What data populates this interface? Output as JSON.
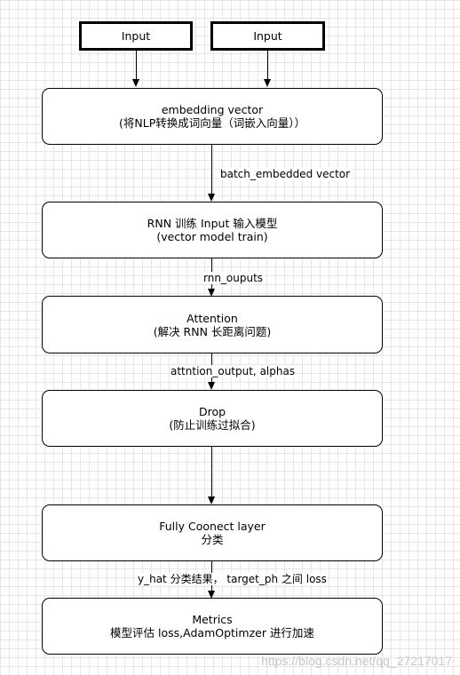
{
  "inputs": [
    "Input",
    "Input"
  ],
  "nodes": {
    "embedding": {
      "line1": "embedding vector",
      "line2": "(将NLP转换成词向量（词嵌入向量））"
    },
    "rnn": {
      "line1": "RNN 训练 Input 输入模型",
      "line2": "(vector model train)"
    },
    "attention": {
      "line1": "Attention",
      "line2": "(解决 RNN 长距离问题)"
    },
    "drop": {
      "line1": "Drop",
      "line2": "(防止训练过拟合)"
    },
    "fully": {
      "line1": "Fully Coonect layer",
      "line2": "分类"
    },
    "metrics": {
      "line1": "Metrics",
      "line2": "模型评估 loss,AdamOptimzer 进行加速"
    }
  },
  "edges": {
    "embedding_to_rnn": "batch_embedded vector",
    "rnn_to_attention": "rnn_ouputs",
    "attention_to_drop": "attntion_output, alphas",
    "fully_to_metrics": "y_hat 分类结果， target_ph 之间 loss"
  },
  "watermark": "https://blog.csdn.net/qq_27217017",
  "colors": {
    "grid": "#e6e6e6",
    "stroke": "#000000",
    "watermark": "#c8c8c8"
  }
}
